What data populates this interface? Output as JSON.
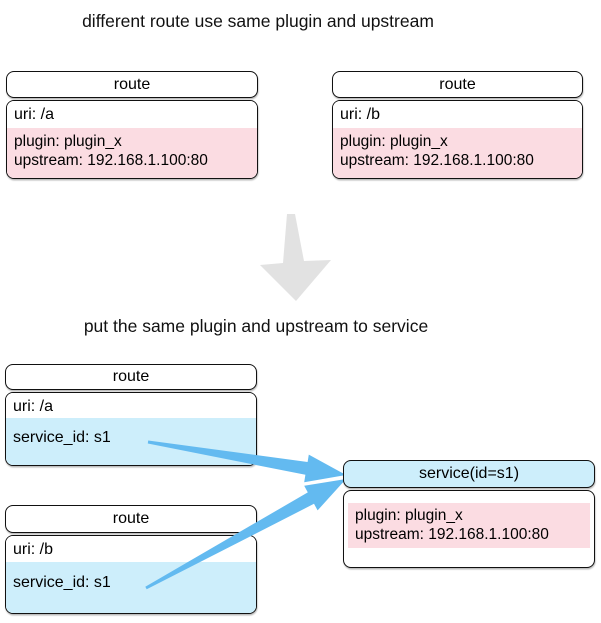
{
  "titles": {
    "before": "different route use same plugin and upstream",
    "after": "put the same plugin and upstream to service"
  },
  "colors": {
    "highlight_pink": "#fbdce2",
    "highlight_blue": "#cdeefb",
    "arrow_blue": "#63baf0",
    "arrow_gray": "#e2e2e2"
  },
  "before": {
    "route_a": {
      "title": "route",
      "uri": "uri: /a",
      "plugin": "plugin: plugin_x",
      "upstream": "upstream: 192.168.1.100:80"
    },
    "route_b": {
      "title": "route",
      "uri": "uri: /b",
      "plugin": "plugin: plugin_x",
      "upstream": "upstream: 192.168.1.100:80"
    }
  },
  "after": {
    "route_a": {
      "title": "route",
      "uri": "uri: /a",
      "service_id": "service_id: s1"
    },
    "route_b": {
      "title": "route",
      "uri": "uri: /b",
      "service_id": "service_id: s1"
    },
    "service": {
      "title": "service(id=s1)",
      "plugin": "plugin: plugin_x",
      "upstream": "upstream: 192.168.1.100:80"
    }
  }
}
